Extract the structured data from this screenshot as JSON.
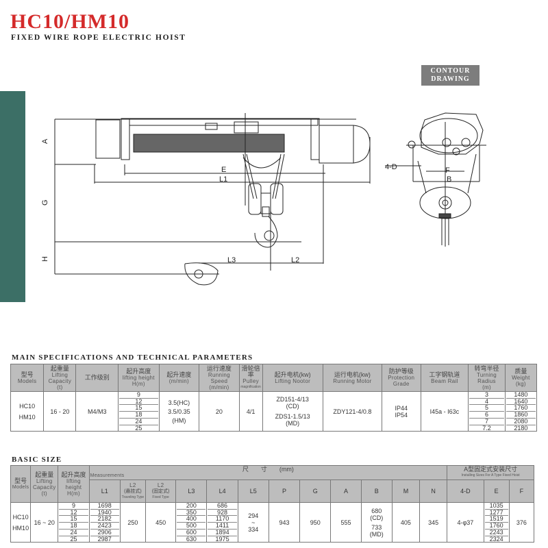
{
  "header": {
    "title": "HC10/HM10",
    "subtitle": "FIXED WIRE ROPE ELECTRIC HOIST"
  },
  "badge": {
    "line1": "CONTOUR",
    "line2": "DRAWING"
  },
  "colors": {
    "title_red": "#d42a2a",
    "teal_bar": "#3c6f66",
    "badge_gray": "#7d7d7d",
    "table_header_gray": "#bdbdbd"
  },
  "drawing": {
    "front_labels": {
      "A": "A",
      "G": "G",
      "H": "H",
      "E": "E",
      "L1": "L1",
      "L2": "L2",
      "L3": "L3"
    },
    "side_labels": {
      "D": "4-D",
      "F": "F",
      "B": "B"
    }
  },
  "main_specs": {
    "title": "MAIN SPECIFICATIONS AND TECHNICAL PARAMETERS",
    "headers": {
      "models": {
        "cn": "型号",
        "en": "Models"
      },
      "capacity": {
        "cn": "起重量",
        "en": "Lifting Capacity",
        "unit": "(t)"
      },
      "work_class": {
        "cn": "工作级别"
      },
      "height": {
        "cn": "起升高度",
        "en": "lifting height",
        "unit": "H(m)"
      },
      "lift_speed": {
        "cn": "起升速度",
        "unit": "(m/min)"
      },
      "running_speed": {
        "cn": "运行速度",
        "en": "Running Speed",
        "unit": "(m/min)"
      },
      "pulley": {
        "cn": "滑轮倍率",
        "en": "Pulley",
        "sub": "magnification"
      },
      "lift_motor": {
        "cn": "起升电机(kw)",
        "en": "Lifting Nootor"
      },
      "run_motor": {
        "cn": "运行电机(kw)",
        "en": "Running Motor"
      },
      "protection": {
        "cn": "防护等级",
        "en": "Protection Grade"
      },
      "beam": {
        "cn": "工字钢轨道",
        "en": "Beam Rail"
      },
      "turning": {
        "cn": "转弯半径",
        "en": "Turning Radius",
        "unit": "(m)"
      },
      "weight": {
        "cn": "质量",
        "en": "Weight",
        "unit": "(kg)"
      }
    },
    "row": {
      "model1": "HC10",
      "model2": "HM10",
      "capacity": "16 - 20",
      "work_class": "M4/M3",
      "heights": [
        "9",
        "12",
        "15",
        "18",
        "24",
        "25"
      ],
      "lift_speed_1": "3.5(HC)",
      "lift_speed_2": "3.5/0.35",
      "lift_speed_3": "(HM)",
      "running_speed": "20",
      "pulley": "4/1",
      "lift_motor_1": "ZD151-4/13",
      "lift_motor_2": "(CD)",
      "lift_motor_3": "ZDS1-1.5/13",
      "lift_motor_4": "(MD)",
      "run_motor": "ZDY121-4/0.8",
      "protection_1": "IP44",
      "protection_2": "IP54",
      "beam": "I45a - I63c",
      "turning": [
        "3",
        "4",
        "5",
        "6",
        "7",
        "7.2"
      ],
      "weights": [
        "1480",
        "1640",
        "1760",
        "1860",
        "2080",
        "2180"
      ]
    }
  },
  "basic_size": {
    "title": "BASIC SIZE",
    "headers": {
      "models": {
        "cn": "型号",
        "en": "Models"
      },
      "capacity": {
        "cn": "起重量",
        "en": "Lifting Capacity",
        "unit": "(t)"
      },
      "height": {
        "cn": "起升高度",
        "en": "lifting height",
        "unit": "H(m)"
      },
      "measurements": {
        "cn": "尺　　寸　　(mm)",
        "en": "Measurements"
      },
      "installing": {
        "cn": "A型固定式安装尺寸",
        "en": "Installing Sizes For A Type Fixed Hoist"
      },
      "L1": "L1",
      "L2a": {
        "label": "L2",
        "cn": "(悬挂式)",
        "en": "Traveling Type"
      },
      "L2b": {
        "label": "L2",
        "cn": "(固定式)",
        "en": "Fixed Type"
      },
      "L3": "L3",
      "L4": "L4",
      "L5": "L5",
      "P": "P",
      "G": "G",
      "A": "A",
      "B": "B",
      "M": "M",
      "N": "N",
      "D": "4-D",
      "E": "E",
      "F": "F"
    },
    "row": {
      "model1": "HC10",
      "model2": "HM10",
      "capacity": "16 ~ 20",
      "heights": [
        "9",
        "12",
        "15",
        "18",
        "24",
        "25"
      ],
      "L1": [
        "1698",
        "1940",
        "2182",
        "2423",
        "2906",
        "2987"
      ],
      "L2a": "250",
      "L2b": "450",
      "L3": [
        "200",
        "350",
        "400",
        "500",
        "600",
        "630"
      ],
      "L4": [
        "686",
        "928",
        "1170",
        "1411",
        "1894",
        "1975"
      ],
      "L5_1": "294",
      "L5_2": "~",
      "L5_3": "334",
      "P": "943",
      "G": "950",
      "A": "555",
      "B_1": "680",
      "B_2": "(CD)",
      "B_3": "733",
      "B_4": "(MD)",
      "M": "405",
      "N": "345",
      "D": "4-φ37",
      "E": [
        "1035",
        "1277",
        "1519",
        "1760",
        "2243",
        "2324"
      ],
      "F": "376"
    }
  }
}
